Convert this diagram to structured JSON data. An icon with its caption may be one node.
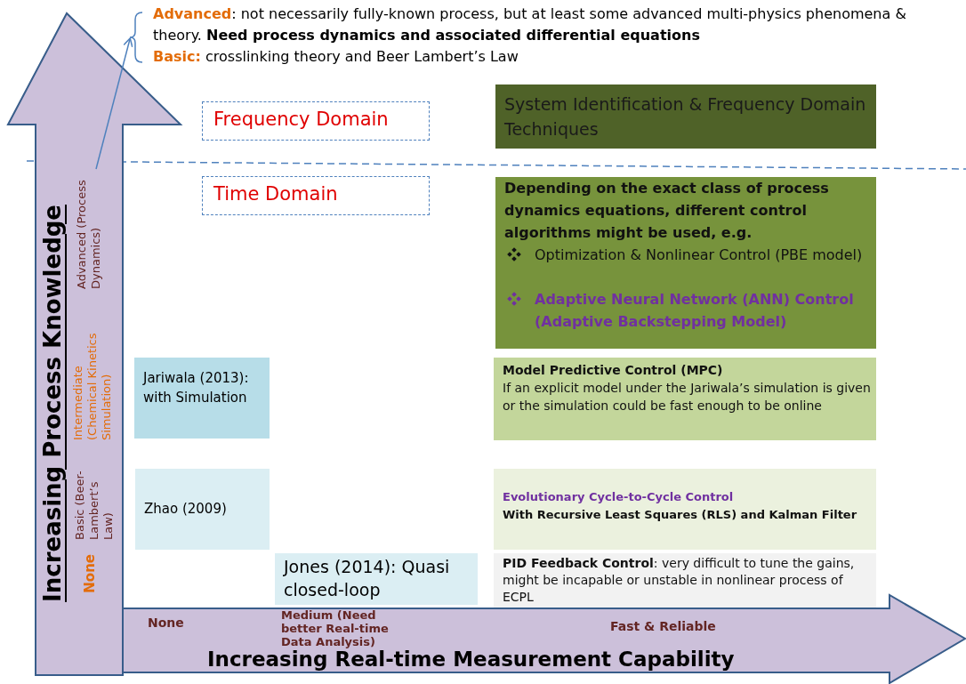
{
  "diagram": {
    "nodes": [
      {
        "text": [
          "**Advanced**: not necessarily fully-known process, but at least some advanced multi-physics phenomena & theory. **Need process dynamics and associated differential equations**",
          "**Basic:** crosslinking theory and Beer Lambert’s Law"
        ]
      },
      {
        "text": [
          "Increasing Process Knowledge",
          "Advanced (Process Dynamics)",
          "Intermediate (Chemical Kinetics Simulation)",
          "Basic (Beer-Lambert’s Law)",
          "None"
        ]
      },
      {
        "text": [
          "Increasing Real-time Measurement Capability",
          "None",
          "Medium (Need better Real-time Data Analysis)",
          "Fast & Reliable"
        ]
      },
      {
        "text": [
          "Frequency Domain"
        ]
      },
      {
        "text": [
          "System Identification & Frequency Domain Techniques"
        ]
      },
      {
        "text": [
          "Time Domain"
        ]
      },
      {
        "text": [
          "Depending on the exact class of process dynamics equations, different control algorithms might be used, e.g.",
          "Optimization & Nonlinear Control (PBE model)",
          "Adaptive Neural Network (ANN) Control (Adaptive Backstepping Model)"
        ]
      },
      {
        "text": [
          "Jariwala (2013): with Simulation"
        ]
      },
      {
        "text": [
          "Model Predictive Control (MPC)",
          "If an explicit model under the Jariwala’s simulation is given or the simulation could be fast enough to be online"
        ]
      },
      {
        "text": [
          "Zhao (2009)"
        ]
      },
      {
        "text": [
          "Evolutionary Cycle-to-Cycle Control",
          "With Recursive Least Squares (RLS) and Kalman Filter"
        ]
      },
      {
        "text": [
          "Jones (2014): Quasi closed-loop"
        ]
      },
      {
        "text": [
          "**PID Feedback Control**: very difficult to tune the gains, might be incapable or unstable in nonlinear process of ECPL"
        ]
      }
    ],
    "edges": [
      {
        "from": 1,
        "to": 0,
        "arrow": "to"
      }
    ]
  }
}
